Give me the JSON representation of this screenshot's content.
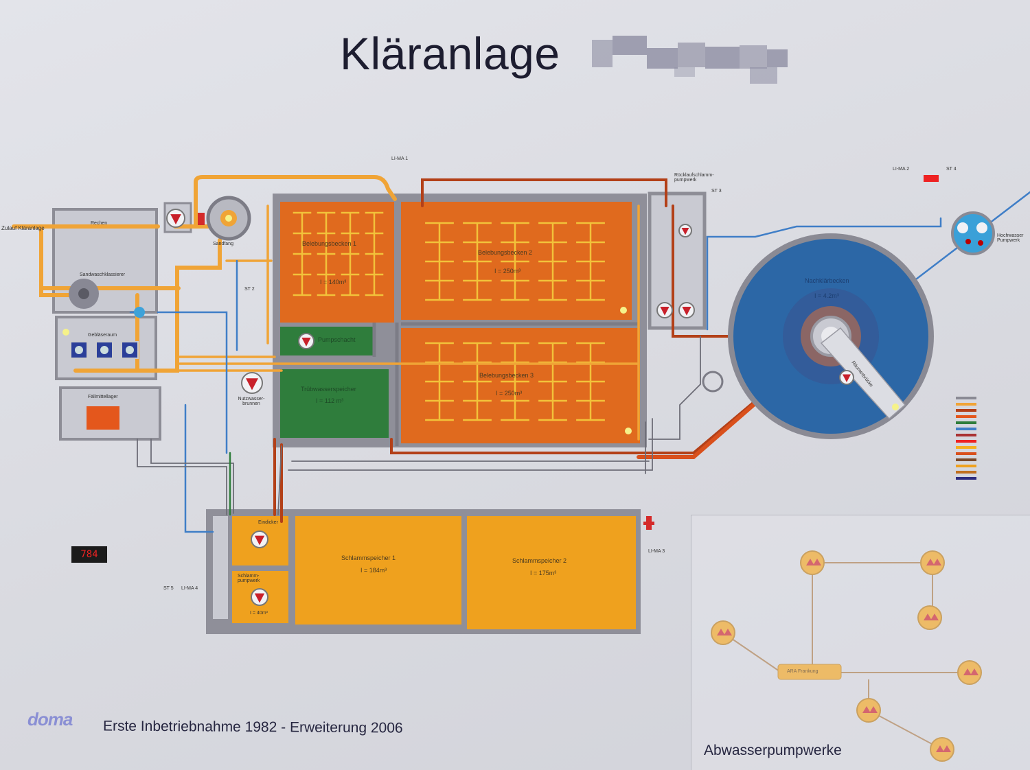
{
  "header": {
    "title": "Kläranlage"
  },
  "footer": {
    "caption": "Erste Inbetriebnahme 1982 - Erweiterung 2006",
    "logo": "doma",
    "pump_stations_title": "Abwasserpumpwerke"
  },
  "colors": {
    "aeration_tank": "#e06a1e",
    "green_basin": "#2f7d3c",
    "sludge_storage": "#efa11e",
    "clarifier": "#2c67a6",
    "pipe_orange": "#f0a436",
    "pipe_red": "#b34018",
    "pipe_blue": "#3f7ec7",
    "pipe_grey": "#7a7a7a"
  },
  "icons": [
    "pump-icon",
    "lamp-icon",
    "sensor-icon",
    "valve-icon",
    "hydrant-icon",
    "screw-icon"
  ],
  "labels": {
    "zulauf": "Zulauf Kläranlage",
    "rechen": "Rechen",
    "sandfang": "Sandfang",
    "sandwaescher": "Sandwaschklassierer",
    "geblaese": "Gebläseraum",
    "faellmittel": "Fällmittellager",
    "lima1": "LI-MA 1",
    "lima2": "LI-MA 2",
    "lima3": "LI-MA 3",
    "lima4": "LI-MA 4",
    "st2": "ST 2",
    "st3": "ST 3",
    "st4": "ST 4",
    "st5": "ST 5",
    "ruecklauf": "Rücklaufschlamm-pumpwerk",
    "belebung1": "Belebungsbecken 1",
    "belebung1_vol": "I = 140m³",
    "belebung2": "Belebungsbecken 2",
    "belebung2_vol": "I = 250m³",
    "belebung3": "Belebungsbecken 3",
    "belebung3_vol": "I = 250m³",
    "pumpschacht": "Pumpschacht",
    "truebwasser": "Trübwasserspeicher",
    "truebwasser_vol": "I = 112 m³",
    "nutzwasser": "Nutzwasser-brunnen",
    "nachklaer": "Nachklärbecken",
    "nachklaer_vol": "I = 4.2m³",
    "raeumer": "Räumerbrücke",
    "hochwasser": "Hochwasser Pumpwerk",
    "schlamm1": "Schlammspeicher 1",
    "schlamm1_vol": "I = 184m³",
    "schlamm2": "Schlammspeicher 2",
    "schlamm2_vol": "I = 175m³",
    "eindicker": "Eindicker",
    "schlammpump": "Schlamm-pumpwerk",
    "schlammpump_vol": "I = 40m³",
    "ara": "ARA Frankung"
  },
  "display": {
    "value": "784"
  }
}
